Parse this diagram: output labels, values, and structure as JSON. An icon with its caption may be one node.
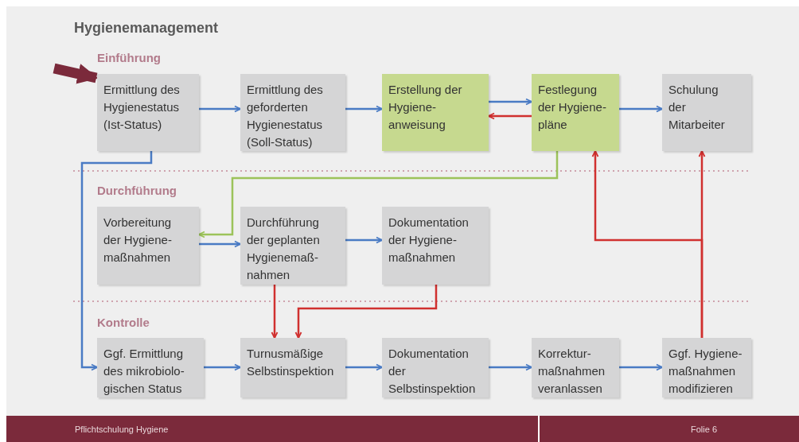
{
  "diagram": {
    "title": "Hygienemanagement",
    "nodes": [
      {
        "text": [
          "Ermittlung des Hygienestatus (Ist-Status)"
        ]
      },
      {
        "text": [
          "Ermittlung des geforderten Hygienestatus (Soll-Status)"
        ]
      },
      {
        "text": [
          "Erstellung der Hygiene-anweisung"
        ]
      },
      {
        "text": [
          "Festlegung der Hygiene-pläne"
        ]
      },
      {
        "text": [
          "Schulung der Mitarbeiter"
        ]
      },
      {
        "text": [
          "Vorbereitung der Hygiene-maßnahmen"
        ]
      },
      {
        "text": [
          "Durchführung der geplanten Hygienemaß-nahmen"
        ]
      },
      {
        "text": [
          "Dokumentation der Hygiene-maßnahmen"
        ]
      },
      {
        "text": [
          "Ggf. Ermittlung des mikrobiolo-gischen Status"
        ]
      },
      {
        "text": [
          "Turnusmäßige Selbstinspektion"
        ]
      },
      {
        "text": [
          "Dokumentation der Selbstinspektion"
        ]
      },
      {
        "text": [
          "Korrektur-maßnahmen veranlassen"
        ]
      },
      {
        "text": [
          "Ggf. Hygiene-maßnahmen modifizieren"
        ]
      }
    ],
    "edges": [
      {
        "from": 0,
        "to": 1,
        "arrow": "to"
      },
      {
        "from": 1,
        "to": 2,
        "arrow": "to"
      },
      {
        "from": 2,
        "to": 3,
        "arrow": "to"
      },
      {
        "from": 3,
        "to": 2,
        "arrow": "to",
        "color": "#d0302f"
      },
      {
        "from": 3,
        "to": 4,
        "arrow": "to"
      },
      {
        "from": 0,
        "to": 8,
        "arrow": "to"
      },
      {
        "from": 3,
        "to": 5,
        "arrow": "to",
        "color": "#9cc35a"
      },
      {
        "from": 5,
        "to": 6,
        "arrow": "to"
      },
      {
        "from": 6,
        "to": 7,
        "arrow": "to"
      },
      {
        "from": 6,
        "to": 9,
        "arrow": "to",
        "color": "#d0302f"
      },
      {
        "from": 7,
        "to": 9,
        "arrow": "to",
        "color": "#d0302f"
      },
      {
        "from": 8,
        "to": 9,
        "arrow": "to"
      },
      {
        "from": 9,
        "to": 10,
        "arrow": "to"
      },
      {
        "from": 10,
        "to": 11,
        "arrow": "to"
      },
      {
        "from": 11,
        "to": 12,
        "arrow": "to"
      },
      {
        "from": 12,
        "to": 4,
        "arrow": "to",
        "color": "#d0302f"
      },
      {
        "from": 12,
        "to": 3,
        "arrow": "to",
        "color": "#d0302f"
      },
      {
        "from": null,
        "to": 0,
        "arrow": "to",
        "style": "thick",
        "color": "#7b2a3b"
      }
    ],
    "labels": [
      "Einführung",
      "Durchführung",
      "Kontrolle",
      "Pflichtschulung Hygiene",
      "Folie 6"
    ]
  }
}
